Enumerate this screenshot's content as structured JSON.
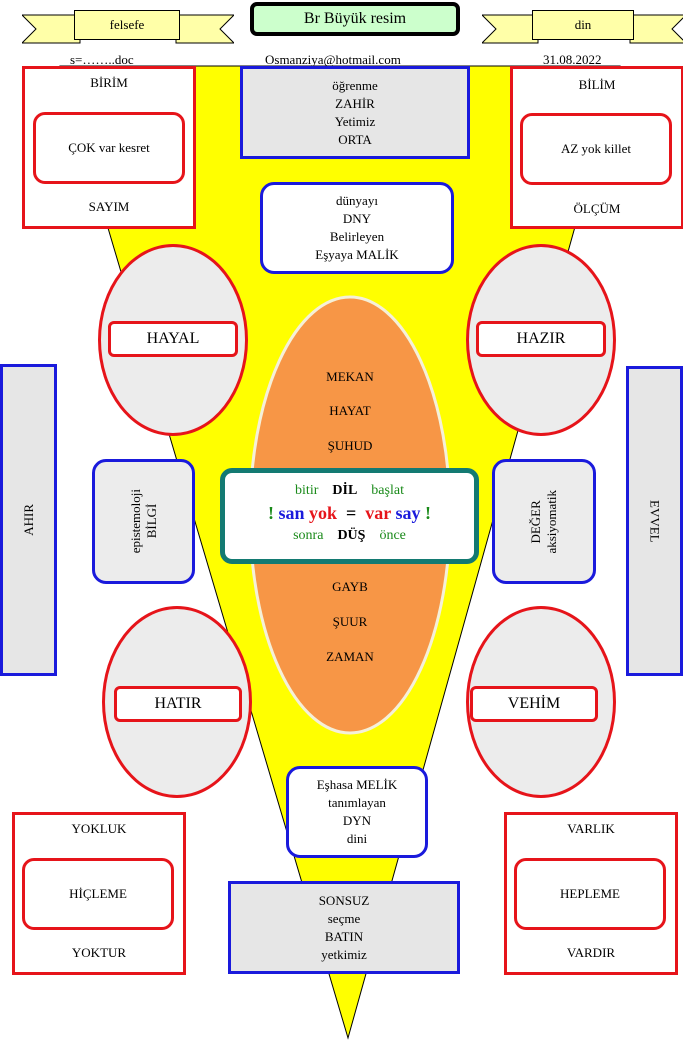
{
  "header": {
    "left_ribbon": "felsefe",
    "title": "Br Büyük resim",
    "right_ribbon": "din",
    "file_name": "s=……..doc",
    "email": "Osmanziya@hotmail.com",
    "date": "31.08.2022"
  },
  "top_left": {
    "top": "BİRİM",
    "inner": "ÇOK var kesret",
    "bottom": "SAYIM"
  },
  "top_right": {
    "top": "BİLİM",
    "inner": "AZ yok killet",
    "bottom": "ÖLÇÜM"
  },
  "top_center": {
    "lines": [
      "öğrenme",
      "ZAHİR",
      "Yetimiz",
      "ORTA"
    ]
  },
  "upper_center": {
    "lines": [
      "dünyayı",
      "DNY",
      "Belirleyen",
      "Eşyaya MALİK"
    ]
  },
  "ovals": {
    "hayal": "HAYAL",
    "hazir": "HAZIR",
    "hatir": "HATIR",
    "vehim": "VEHİM"
  },
  "core_oval": {
    "top_words": [
      "MEKAN",
      "HAYAT",
      "ŞUHUD"
    ],
    "bottom_words": [
      "GAYB",
      "ŞUUR",
      "ZAMAN"
    ]
  },
  "center_box": {
    "row1": {
      "left": "bitir",
      "mid": "DİL",
      "right": "başlat"
    },
    "row2": {
      "excl1": "!",
      "w1": "san",
      "w2": "yok",
      "eq": "=",
      "w3": "var",
      "w4": "say",
      "excl2": "!"
    },
    "row3": {
      "left": "sonra",
      "mid": "DÜŞ",
      "right": "önce"
    }
  },
  "left_mid": {
    "line1": "epistemoloji",
    "line2": "BİLGİ"
  },
  "right_mid": {
    "line1": "DEĞER",
    "line2": "aksiyomatik"
  },
  "side_left": "AHIR",
  "side_right": "EVVEL",
  "lower_center": {
    "lines": [
      "Eşhasa MELİK",
      "tanımlayan",
      "DYN",
      "dini"
    ]
  },
  "bottom_center": {
    "lines": [
      "SONSUZ",
      "seçme",
      "BATIN",
      "yetkimiz"
    ]
  },
  "bottom_left": {
    "top": "YOKLUK",
    "inner": "HİÇLEME",
    "bottom": "YOKTUR"
  },
  "bottom_right": {
    "top": "VARLIK",
    "inner": "HEPLEME",
    "bottom": "VARDIR"
  },
  "colors": {
    "yellow": "#ffff00",
    "orange": "#f79646",
    "red": "#e6141a",
    "blue": "#1a1adc",
    "teal": "#137a72",
    "green": "#1a8a1a"
  }
}
